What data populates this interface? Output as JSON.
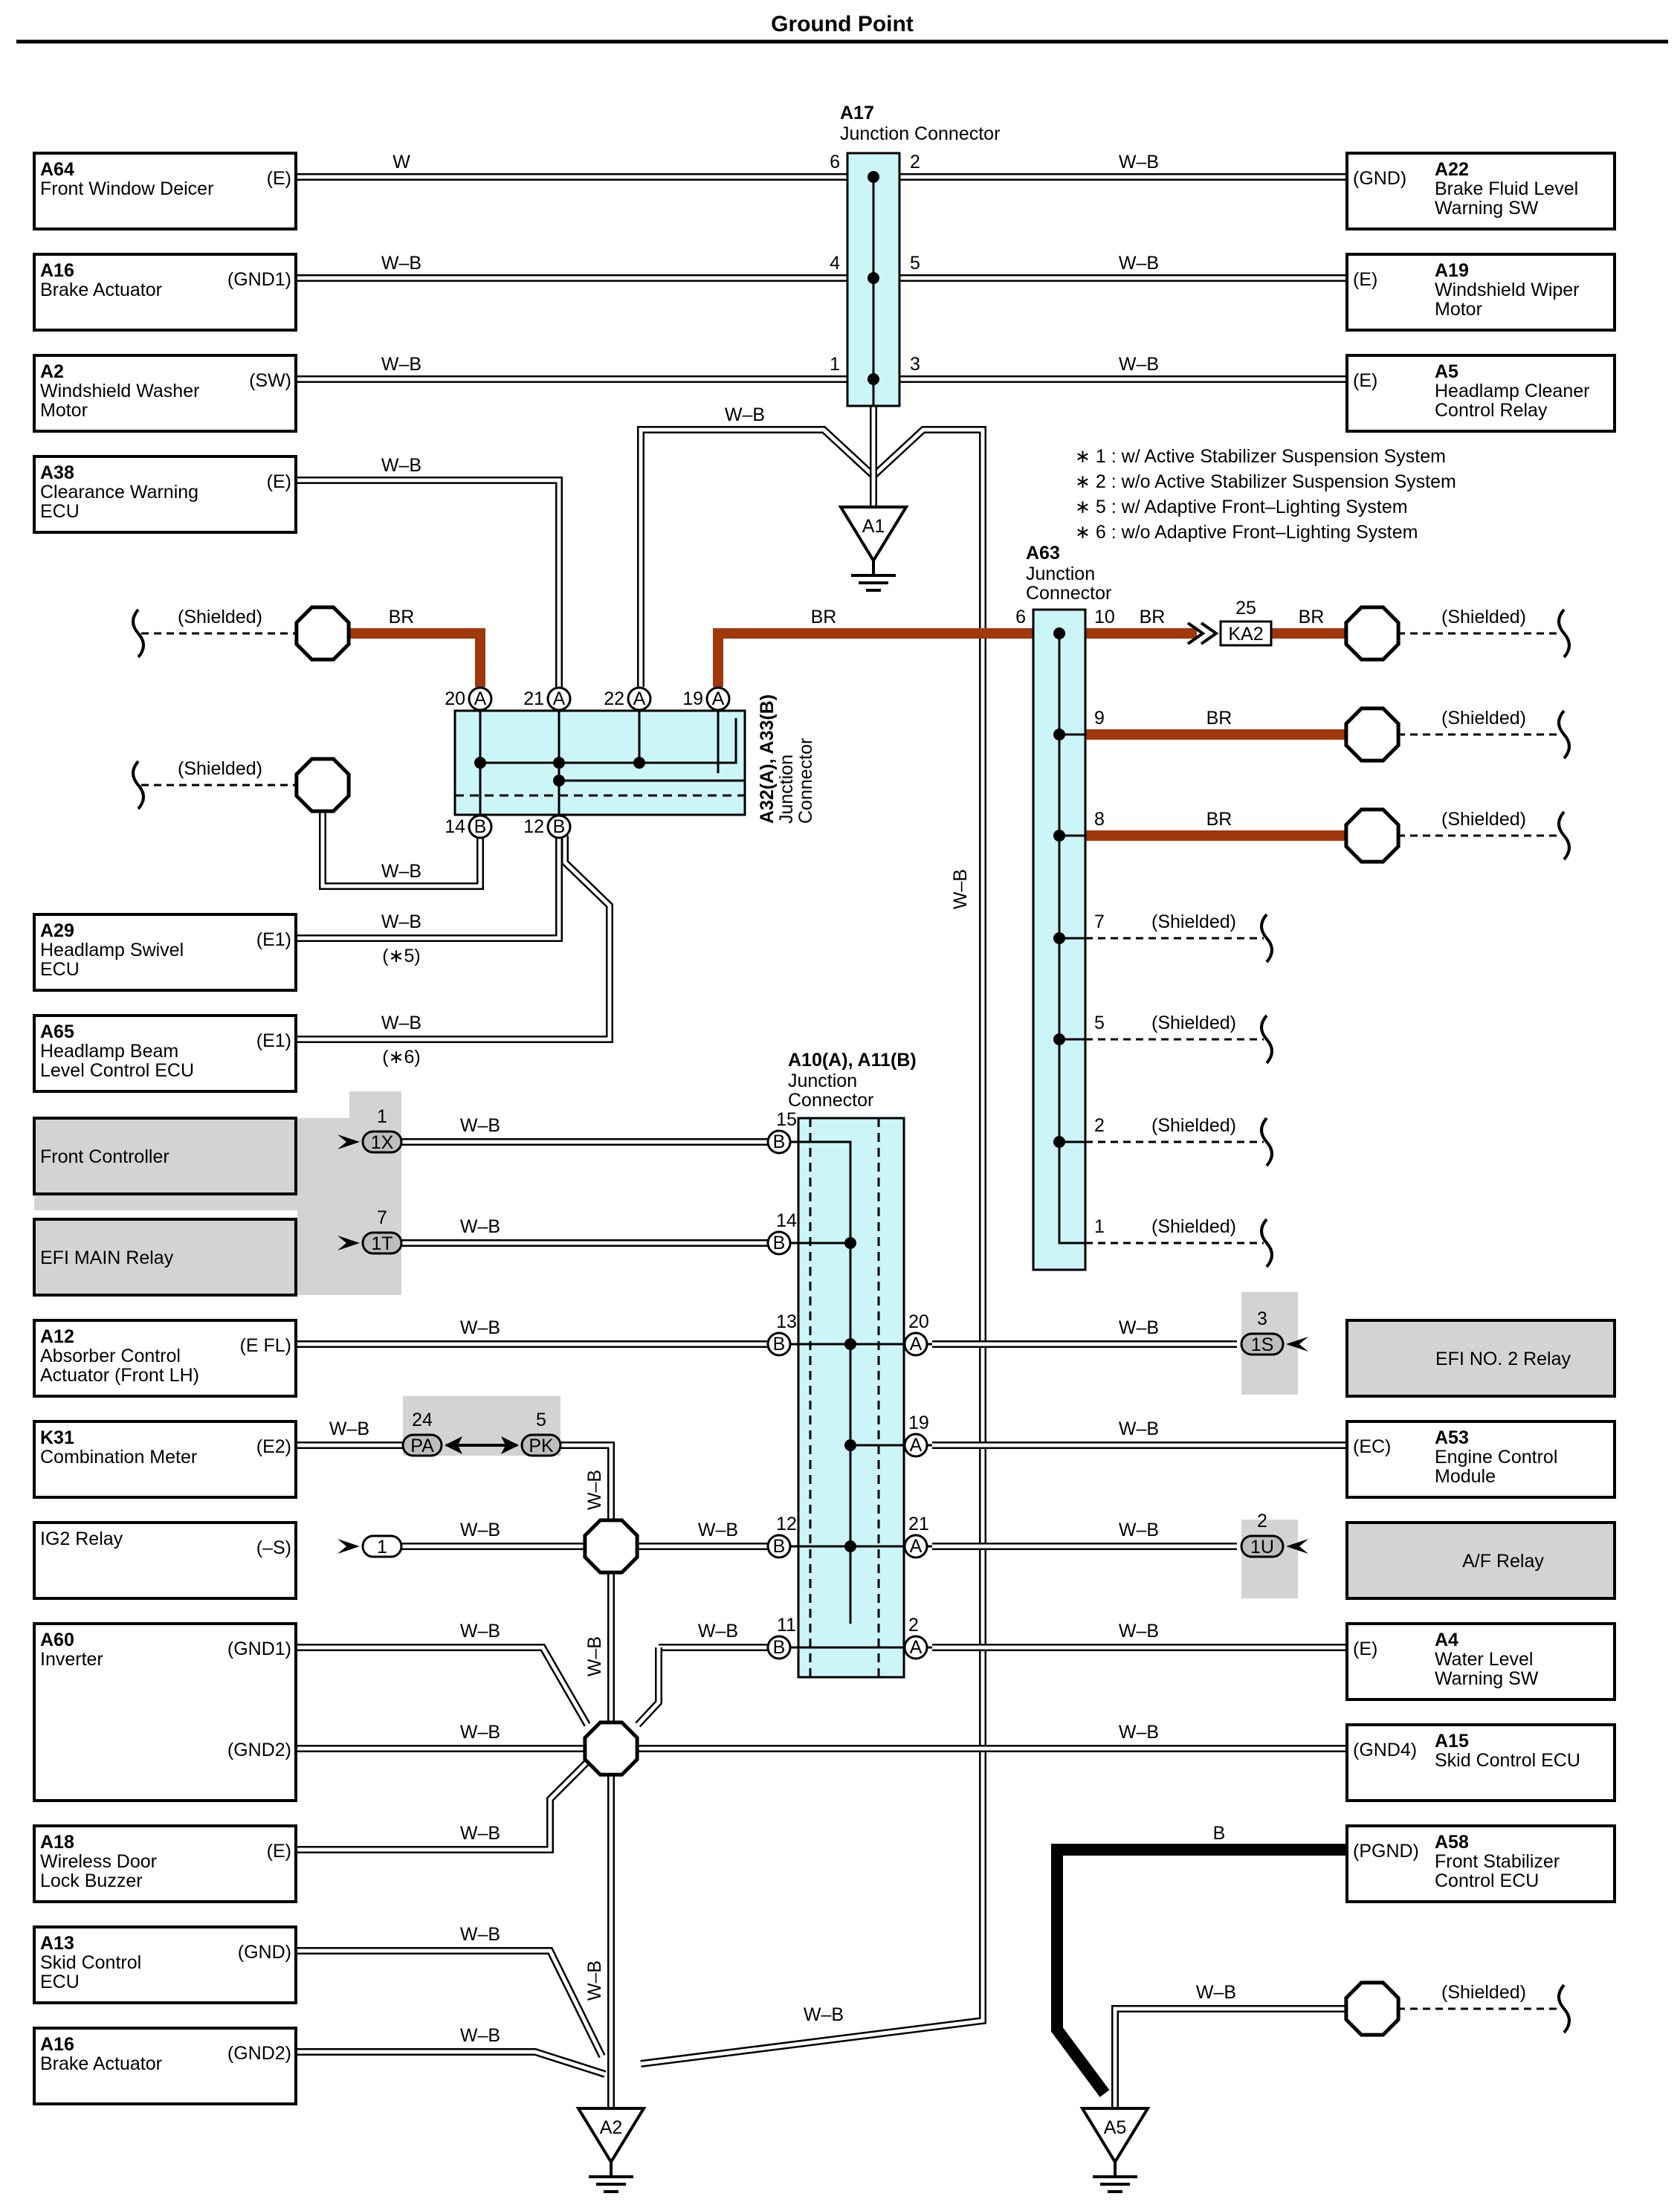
{
  "page": {
    "title": "Ground Point"
  },
  "left_components": [
    {
      "code": "A64",
      "name": [
        "Front Window Deicer"
      ],
      "pin": "(E)",
      "wire": "W"
    },
    {
      "code": "A16",
      "name": [
        "Brake Actuator"
      ],
      "pin": "(GND1)",
      "wire": "W–B"
    },
    {
      "code": "A2",
      "name": [
        "Windshield Washer",
        "Motor"
      ],
      "pin": "(SW)",
      "wire": "W–B"
    },
    {
      "code": "A38",
      "name": [
        "Clearance Warning",
        "ECU"
      ],
      "pin": "(E)",
      "wire": "W–B"
    },
    {
      "code": "A29",
      "name": [
        "Headlamp Swivel",
        "ECU"
      ],
      "pin": "(E1)",
      "wire": "W–B",
      "note": "(∗5)"
    },
    {
      "code": "A65",
      "name": [
        "Headlamp Beam",
        "Level Control ECU"
      ],
      "pin": "(E1)",
      "wire": "W–B",
      "note": "(∗6)"
    },
    {
      "code": "",
      "name": [
        "Front Controller"
      ],
      "pin": "",
      "wire": "W–B",
      "conn_pin": "1",
      "conn": "1X"
    },
    {
      "code": "",
      "name": [
        "EFI MAIN Relay"
      ],
      "pin": "",
      "wire": "W–B",
      "conn_pin": "7",
      "conn": "1T"
    },
    {
      "code": "A12",
      "name": [
        "Absorber Control",
        "Actuator (Front LH)"
      ],
      "pin": "(E FL)",
      "wire": "W–B"
    },
    {
      "code": "K31",
      "name": [
        "Combination Meter"
      ],
      "pin": "(E2)",
      "wire": "W–B"
    },
    {
      "code": "",
      "name": [
        "IG2 Relay"
      ],
      "pin": "(–S)",
      "wire": "W–B",
      "conn": "1"
    },
    {
      "code": "A60",
      "name": [
        "Inverter"
      ],
      "pin": "(GND1)",
      "pin2": "(GND2)",
      "wire": "W–B",
      "wire2": "W–B"
    },
    {
      "code": "A18",
      "name": [
        "Wireless Door",
        "Lock Buzzer"
      ],
      "pin": "(E)",
      "wire": "W–B"
    },
    {
      "code": "A13",
      "name": [
        "Skid Control",
        "ECU"
      ],
      "pin": "(GND)",
      "wire": "W–B"
    },
    {
      "code": "A16",
      "name": [
        "Brake Actuator"
      ],
      "pin": "(GND2)",
      "wire": "W–B"
    }
  ],
  "right_components": [
    {
      "code": "A22",
      "name": [
        "Brake Fluid Level",
        "Warning SW"
      ],
      "pin": "(GND)",
      "wire": "W–B"
    },
    {
      "code": "A19",
      "name": [
        "Windshield Wiper",
        "Motor"
      ],
      "pin": "(E)",
      "wire": "W–B"
    },
    {
      "code": "A5",
      "name": [
        "Headlamp Cleaner",
        "Control Relay"
      ],
      "pin": "(E)",
      "wire": "W–B"
    },
    {
      "code": "",
      "name": [
        "EFI NO. 2 Relay"
      ],
      "pin": "",
      "wire": "W–B",
      "conn_pin": "3",
      "conn": "1S"
    },
    {
      "code": "A53",
      "name": [
        "Engine Control",
        "Module"
      ],
      "pin": "(EC)",
      "wire": "W–B"
    },
    {
      "code": "",
      "name": [
        "A/F Relay"
      ],
      "pin": "",
      "wire": "W–B",
      "conn_pin": "2",
      "conn": "1U"
    },
    {
      "code": "A4",
      "name": [
        "Water Level",
        "Warning SW"
      ],
      "pin": "(E)",
      "wire": "W–B"
    },
    {
      "code": "A15",
      "name": [
        "Skid Control ECU"
      ],
      "pin": "(GND4)",
      "wire": "W–B"
    },
    {
      "code": "A58",
      "name": [
        "Front Stabilizer",
        "Control ECU"
      ],
      "pin": "(PGND)",
      "wire": "B"
    }
  ],
  "junctions": {
    "a17": {
      "code": "A17",
      "name": "Junction Connector",
      "pins": [
        "6",
        "2",
        "4",
        "5",
        "1",
        "3"
      ]
    },
    "a63": {
      "code": "A63",
      "name": [
        "Junction",
        "Connector"
      ],
      "pins": [
        "6",
        "10",
        "9",
        "8",
        "7",
        "5",
        "2",
        "1"
      ]
    },
    "a32": {
      "code": "A32(A), A33(B)",
      "name": [
        "Junction",
        "Connector"
      ],
      "pins": [
        "20",
        "21",
        "22",
        "19",
        "14",
        "12"
      ],
      "letters": [
        "A",
        "A",
        "A",
        "A",
        "B",
        "B"
      ]
    },
    "a10": {
      "code": "A10(A), A11(B)",
      "name": [
        "Junction",
        "Connector"
      ],
      "left_pins": [
        "15",
        "14",
        "13",
        "12",
        "11"
      ],
      "right_pins": [
        "20",
        "19",
        "21",
        "2"
      ],
      "left_letter": "B",
      "right_letter": "A"
    }
  },
  "notes": [
    "∗ 1 : w/ Active Stabilizer Suspension System",
    "∗ 2 : w/o Active Stabilizer Suspension System",
    "∗ 5 : w/ Adaptive Front–Lighting System",
    "∗ 6 : w/o Adaptive Front–Lighting System"
  ],
  "grounds": [
    "A1",
    "A2",
    "A5"
  ],
  "shielded": "(Shielded)",
  "wire_colors": {
    "wb": "W–B",
    "br": "BR",
    "w": "W",
    "b": "B"
  },
  "misc": {
    "ka2_num": "25",
    "ka2": "KA2",
    "pa_num": "24",
    "pa": "PA",
    "pk_num": "5",
    "pk": "PK"
  },
  "colors": {
    "br": "#a0380c",
    "junction": "#ccf5f8",
    "highlight": "#d3d3d3"
  }
}
